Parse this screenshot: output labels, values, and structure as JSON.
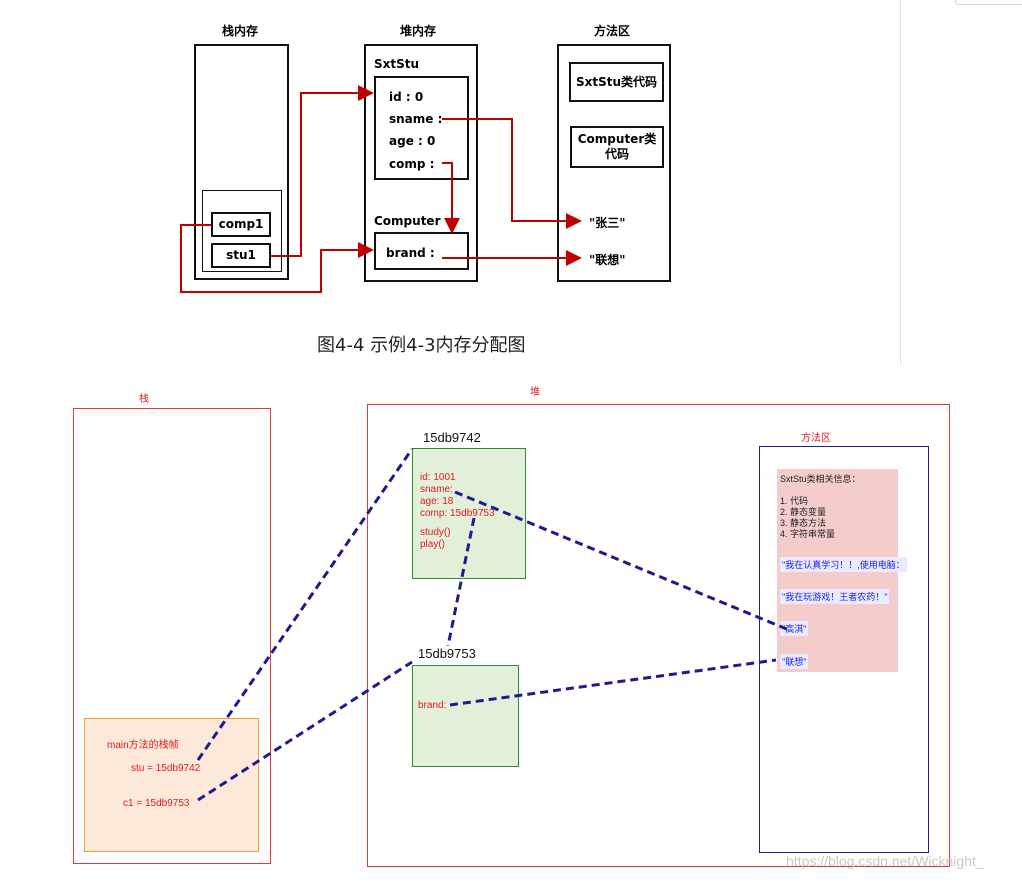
{
  "fig1": {
    "stack_title": "栈内存",
    "heap_title": "堆内存",
    "method_title": "方法区",
    "vars": {
      "comp1": "comp1",
      "stu1": "stu1"
    },
    "sxtstu": {
      "name": "SxtStu",
      "fields": [
        "id : 0",
        "sname :",
        "age : 0",
        "comp :"
      ]
    },
    "computer": {
      "name": "Computer",
      "field": "brand :"
    },
    "code1": "SxtStu类代码",
    "code2_line1": "Computer类",
    "code2_line2": "代码",
    "str1": "\"张三\"",
    "str2": "\"联想\"",
    "caption": "图4-4 示例4-3内存分配图"
  },
  "fig2": {
    "stack_title": "栈",
    "heap_title": "堆",
    "method_title": "方法区",
    "obj1": {
      "addr": "15db9742",
      "lines": [
        "id: 1001",
        "sname:",
        "age: 18",
        "comp: 15db9753"
      ],
      "methods": [
        "study()",
        "play()"
      ]
    },
    "obj2": {
      "addr": "15db9753",
      "field": "brand:"
    },
    "frame": {
      "title": "main方法的栈帧",
      "stu": "stu = 15db9742",
      "c1": "c1 = 15db9753"
    },
    "method_info": {
      "title": "SxtStu类相关信息：",
      "items": [
        "1. 代码",
        "2. 静态变量",
        "3. 静态方法",
        "4. 字符串常量"
      ],
      "strings": [
        "\"我在认真学习！！,使用电脑：",
        "\"我在玩游戏！王者农药！\"",
        "\"高淇\"",
        "\"联想\""
      ]
    },
    "watermark": "https://blog.csdn.net/Wicknight_"
  }
}
